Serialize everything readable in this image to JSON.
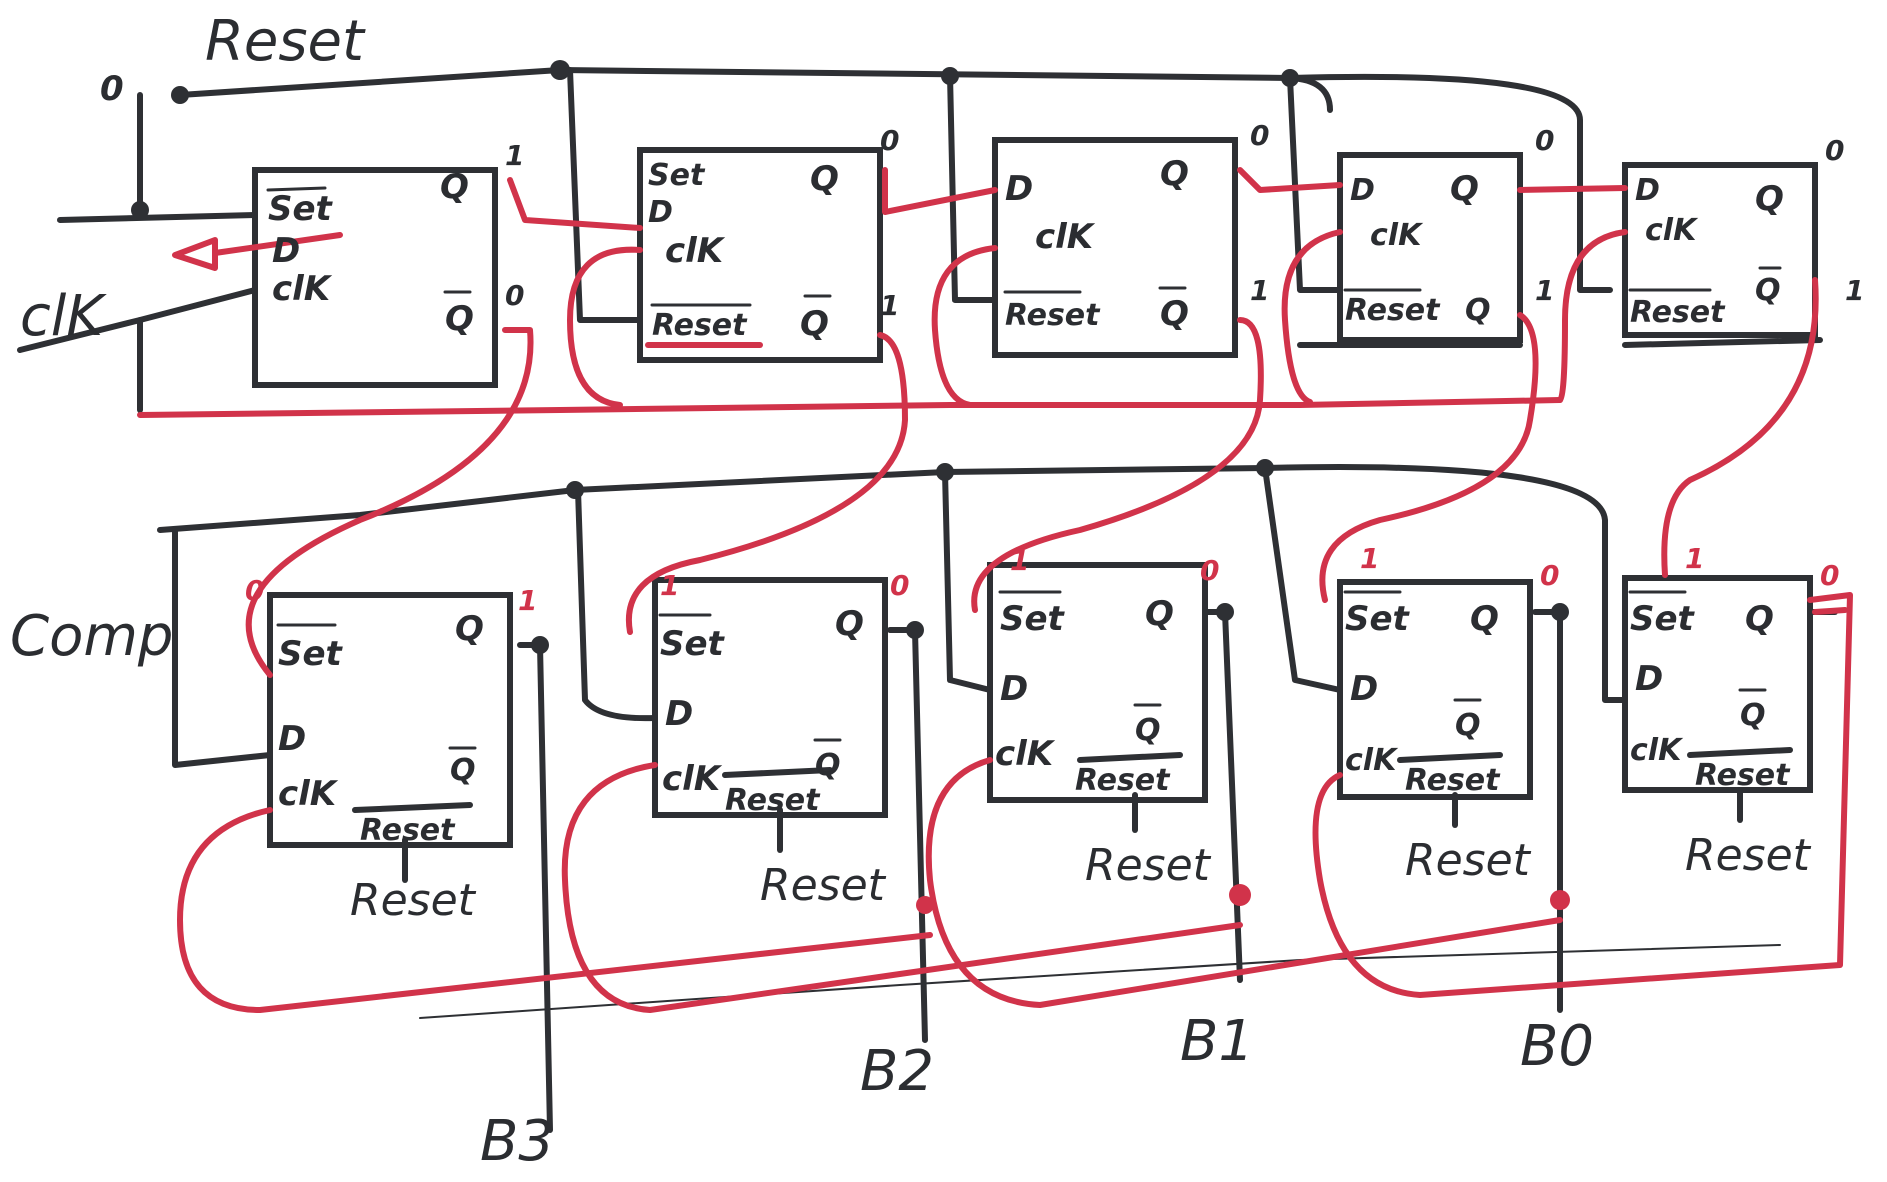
{
  "labels": {
    "reset_top": "Reset",
    "zero_top": "0",
    "clk": "clK",
    "comp": "Comp",
    "b3": "B3",
    "b2": "B2",
    "b1": "B1",
    "b0": "B0"
  },
  "pins": {
    "set": "Set",
    "d": "D",
    "clk": "clK",
    "q": "Q",
    "qbar": "Q",
    "reset": "Reset"
  },
  "reset_below": "Reset",
  "top_row": [
    {
      "q_val": "1",
      "qbar_val": "0"
    },
    {
      "q_val": "0",
      "qbar_val": "1"
    },
    {
      "q_val": "0",
      "qbar_val": "1"
    },
    {
      "q_val": "0",
      "qbar_val": "1"
    },
    {
      "q_val": "0",
      "qbar_val": "1"
    }
  ],
  "bottom_row": [
    {
      "set_val": "0",
      "q_val": "1"
    },
    {
      "set_val": "1",
      "q_val": "0"
    },
    {
      "set_val": "1",
      "q_val": "0"
    },
    {
      "set_val": "1",
      "q_val": "0"
    },
    {
      "set_val": "1",
      "q_val": "0"
    }
  ],
  "colors": {
    "ink": "#2e3034",
    "red": "#d1334a",
    "background": "#ffffff"
  }
}
